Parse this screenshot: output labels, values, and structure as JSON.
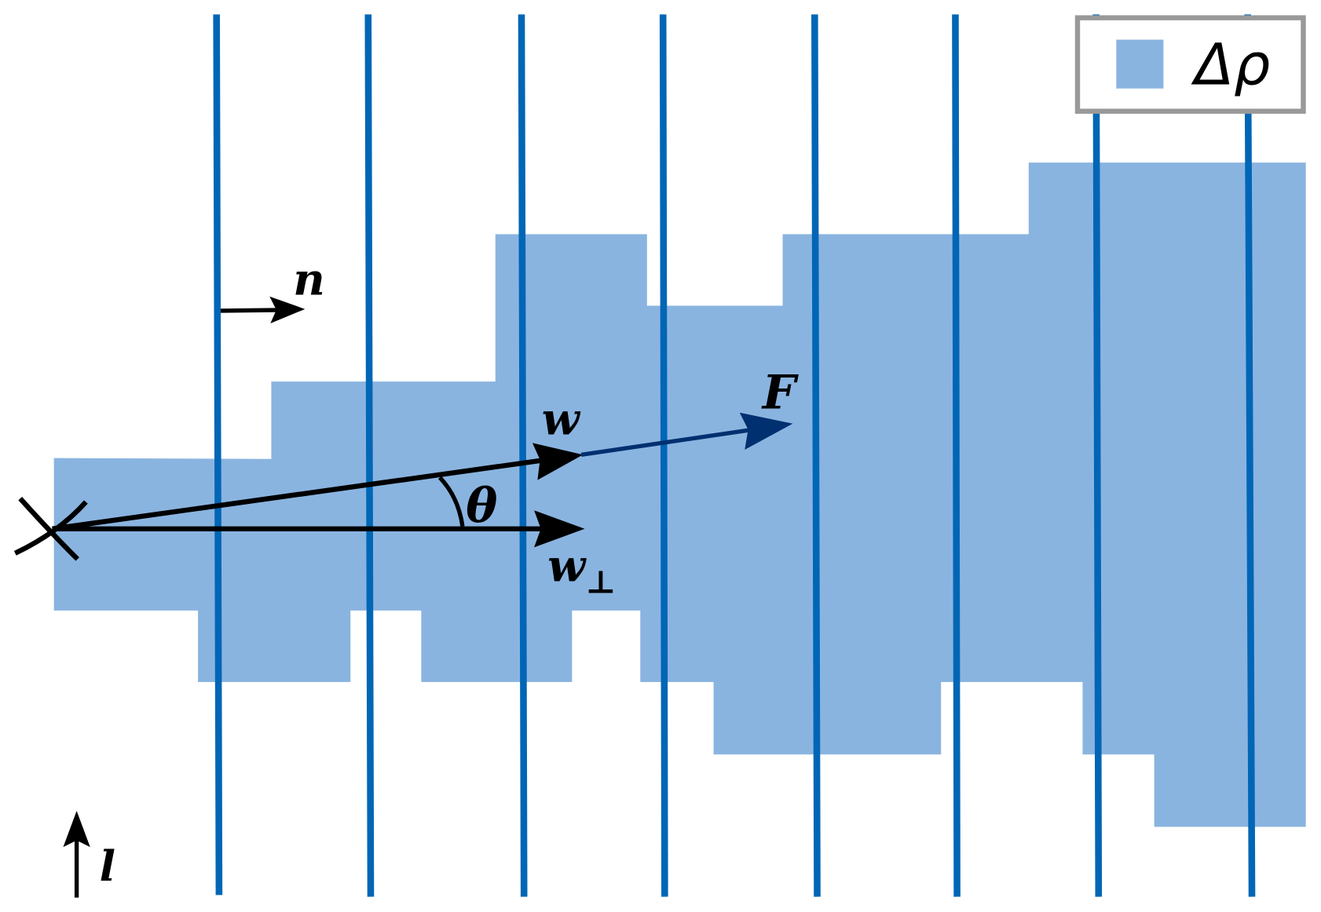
{
  "colors": {
    "density_fill": "#8ab4e0",
    "field_lines": "#0066b5",
    "legend_border": "#999999",
    "force_arrow": "#003070",
    "arrows": "#000000"
  },
  "legend": {
    "label": "Δρ"
  },
  "labels": {
    "n": "n",
    "w": "w",
    "F": "F",
    "theta": "θ",
    "w_perp": "w",
    "perp_subscript": "⊥",
    "l": "l"
  }
}
